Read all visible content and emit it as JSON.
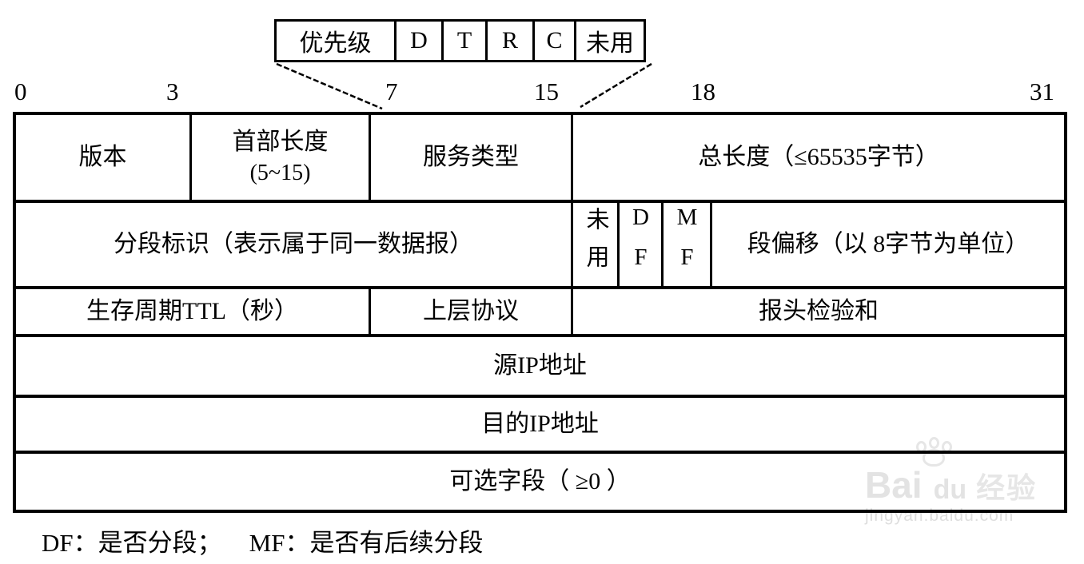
{
  "tos_subfield_table": {
    "priority": "优先级",
    "d": "D",
    "t": "T",
    "r": "R",
    "c": "C",
    "unused": "未用"
  },
  "bit_labels": {
    "b0": "0",
    "b3": "3",
    "b7": "7",
    "b15": "15",
    "b18": "18",
    "b31": "31"
  },
  "ip_header": {
    "version": "版本",
    "header_length_line1": "首部长度",
    "header_length_line2": "(5~15)",
    "service_type": "服务类型",
    "total_length": "总长度（≤65535字节）",
    "identification": "分段标识（表示属于同一数据报）",
    "unused": "未用",
    "df_flag": "DF",
    "mf_flag": "MF",
    "fragment_offset": "段偏移（以 8字节为单位）",
    "ttl": "生存周期TTL（秒）",
    "protocol": "上层协议",
    "header_checksum": "报头检验和",
    "source_ip": "源IP地址",
    "destination_ip": "目的IP地址",
    "options": "可选字段（ ≥0 ）"
  },
  "caption": {
    "df_note": "DF：是否分段；",
    "mf_note": "MF：是否有后续分段"
  },
  "watermark": {
    "brand_latin": "Bai",
    "brand_latin2": "du",
    "brand_cjk": "经验",
    "url": "jingyan.baidu.com"
  }
}
